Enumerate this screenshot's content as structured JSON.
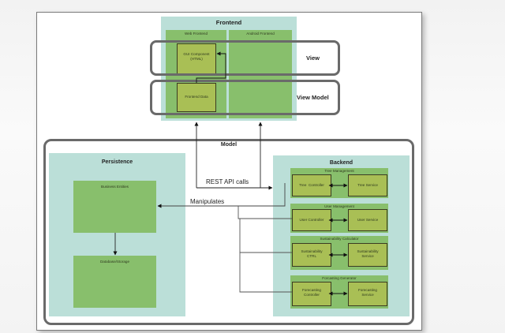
{
  "diagram": {
    "frontend": {
      "title": "Frontend",
      "columns": [
        {
          "label": "Web Frontend"
        },
        {
          "label": "Android Frontend"
        }
      ],
      "gui_component": "GUI Component (HTML)",
      "gui_component_line1": "GUI Component",
      "gui_component_line2": "(HTML)",
      "frontend_data": "Frontend Data"
    },
    "layers": {
      "view": "View",
      "view_model": "View Model",
      "model": "Model"
    },
    "edges": {
      "rest_api": "REST API calls",
      "manipulates": "Manipulates"
    },
    "persistence": {
      "title": "Persistence",
      "business_entities": "Business Entities",
      "database": "Database/Storage"
    },
    "backend": {
      "title": "Backend",
      "groups": [
        {
          "title": "Tree Management",
          "controller": [
            "Tree  Controller"
          ],
          "service": [
            "Tree Service"
          ]
        },
        {
          "title": "User Management",
          "controller": [
            "User Controller"
          ],
          "service": [
            "User Service"
          ]
        },
        {
          "title": "Sustainability Calculator",
          "controller": [
            "Sustainability",
            "CTRL"
          ],
          "service": [
            "Sustainability",
            "Service"
          ]
        },
        {
          "title": "Forcasting Generator",
          "controller": [
            "Forecasting",
            "Controller"
          ],
          "service": [
            "Forecasting",
            "Service"
          ]
        }
      ]
    },
    "colors": {
      "container": "#bbdfd8",
      "group": "#88bf6c",
      "component": "#a9bf55",
      "outline": "#6a6a6a"
    }
  }
}
